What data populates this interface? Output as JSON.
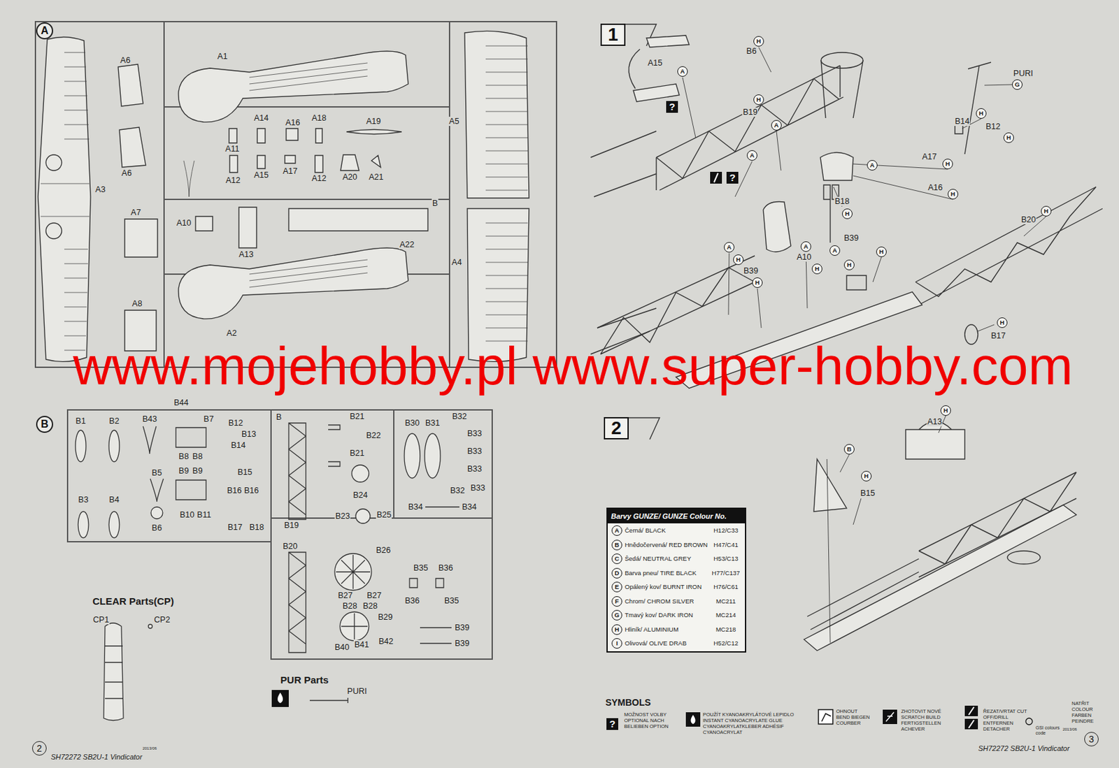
{
  "diagram": {
    "nodes": [
      {
        "text": [
          "A"
        ]
      },
      {
        "text": [
          "B"
        ]
      },
      {
        "text": [
          "2"
        ]
      },
      {
        "text": [
          "1"
        ]
      },
      {
        "text": [
          "2"
        ]
      },
      {
        "text": [
          "Barvy GUNZE/ GUNZE Colour No."
        ]
      },
      {
        "text": [
          "3"
        ]
      }
    ],
    "labels": [
      "A6",
      "A1",
      "A14",
      "A16",
      "A18",
      "A19",
      "A5",
      "A11",
      "A6",
      "A3",
      "A12",
      "A15",
      "A17",
      "A12",
      "A20",
      "A21",
      "A7",
      "A10",
      "B",
      "A13",
      "A22",
      "A4",
      "A8",
      "A2",
      "B44",
      "B1",
      "B2",
      "B43",
      "B7",
      "B12",
      "B",
      "B21",
      "B30",
      "B31",
      "B32",
      "B13",
      "B22",
      "B33",
      "B14",
      "B33",
      "B21",
      "B8",
      "B8",
      "B33",
      "B5",
      "B9",
      "B9",
      "B15",
      "B24",
      "B16",
      "B16",
      "B32",
      "B33",
      "B3",
      "B4",
      "B34",
      "B34",
      "B10",
      "B11",
      "B23",
      "B25",
      "B19",
      "B17",
      "B18",
      "B6",
      "B20",
      "B26",
      "B35",
      "B36",
      "B27",
      "B27",
      "B28",
      "B28",
      "B36",
      "B35",
      "B29",
      "B39",
      "B39",
      "B41",
      "B40",
      "B42",
      "CLEAR Parts(CP)",
      "CP1",
      "CP2",
      "PUR Parts",
      "PURI",
      "SH72272 SB2U-1 Vindicator",
      "2013/06",
      "A15",
      "A",
      "H",
      "B6",
      "PURI",
      "G",
      "?",
      "H",
      "B19",
      "B14",
      "H",
      "A",
      "B12",
      "H",
      "A",
      "A17",
      "H",
      "A",
      "?",
      "A16",
      "H",
      "B18",
      "H",
      "B20",
      "H",
      "B39",
      "A",
      "A",
      "A",
      "A10",
      "H",
      "H",
      "H",
      "H",
      "B39",
      "H",
      "H",
      "B17",
      "H",
      "A13",
      "B",
      "H",
      "B15",
      "A",
      "Černá/ BLACK",
      "H12/C33",
      "B",
      "Hnědočervená/ RED BROWN",
      "H47/C41",
      "C",
      "Šedá/ NEUTRAL GREY",
      "H53/C13",
      "D",
      "Barva pneu/ TIRE BLACK",
      "H77/C137",
      "E",
      "Opálený kov/ BURNT IRON",
      "H76/C61",
      "F",
      "Chrom/ CHROM SILVER",
      "MC211",
      "G",
      "Tmavý kov/ DARK IRON",
      "MC214",
      "H",
      "Hliník/ ALUMINIUM",
      "MC218",
      "I",
      "Olivová/ OLIVE DRAB",
      "H52/C12",
      "SYMBOLS",
      "?",
      "MOŽNOST VOLBY OPTIONAL NACH BELIEBEN OPTION",
      "POUŽÍT KYANOAKRYLÁTOVÉ LEPIDLO INSTANT CYANOACRYLATE GLUE CYANOAKRYLATKLEBER ADHÉSIF CYANOACRYLAT",
      "OHNOUT BEND BIEGEN COURBER",
      "ZHOTOVIT NOVÉ SCRATCH BUILD FERTIGSTELLEN ACHEVER",
      "ŘEZAT/VRTAT CUT OFF/DRILL ENTFERNEN DETACHER",
      "GSI colours code",
      "NATŘIT COLOUR FARBEN PEINDRE",
      "2013/06",
      "SH72272 SB2U-1 Vindicator",
      "www.mojehobby.pl www.super-hobby.com"
    ]
  }
}
